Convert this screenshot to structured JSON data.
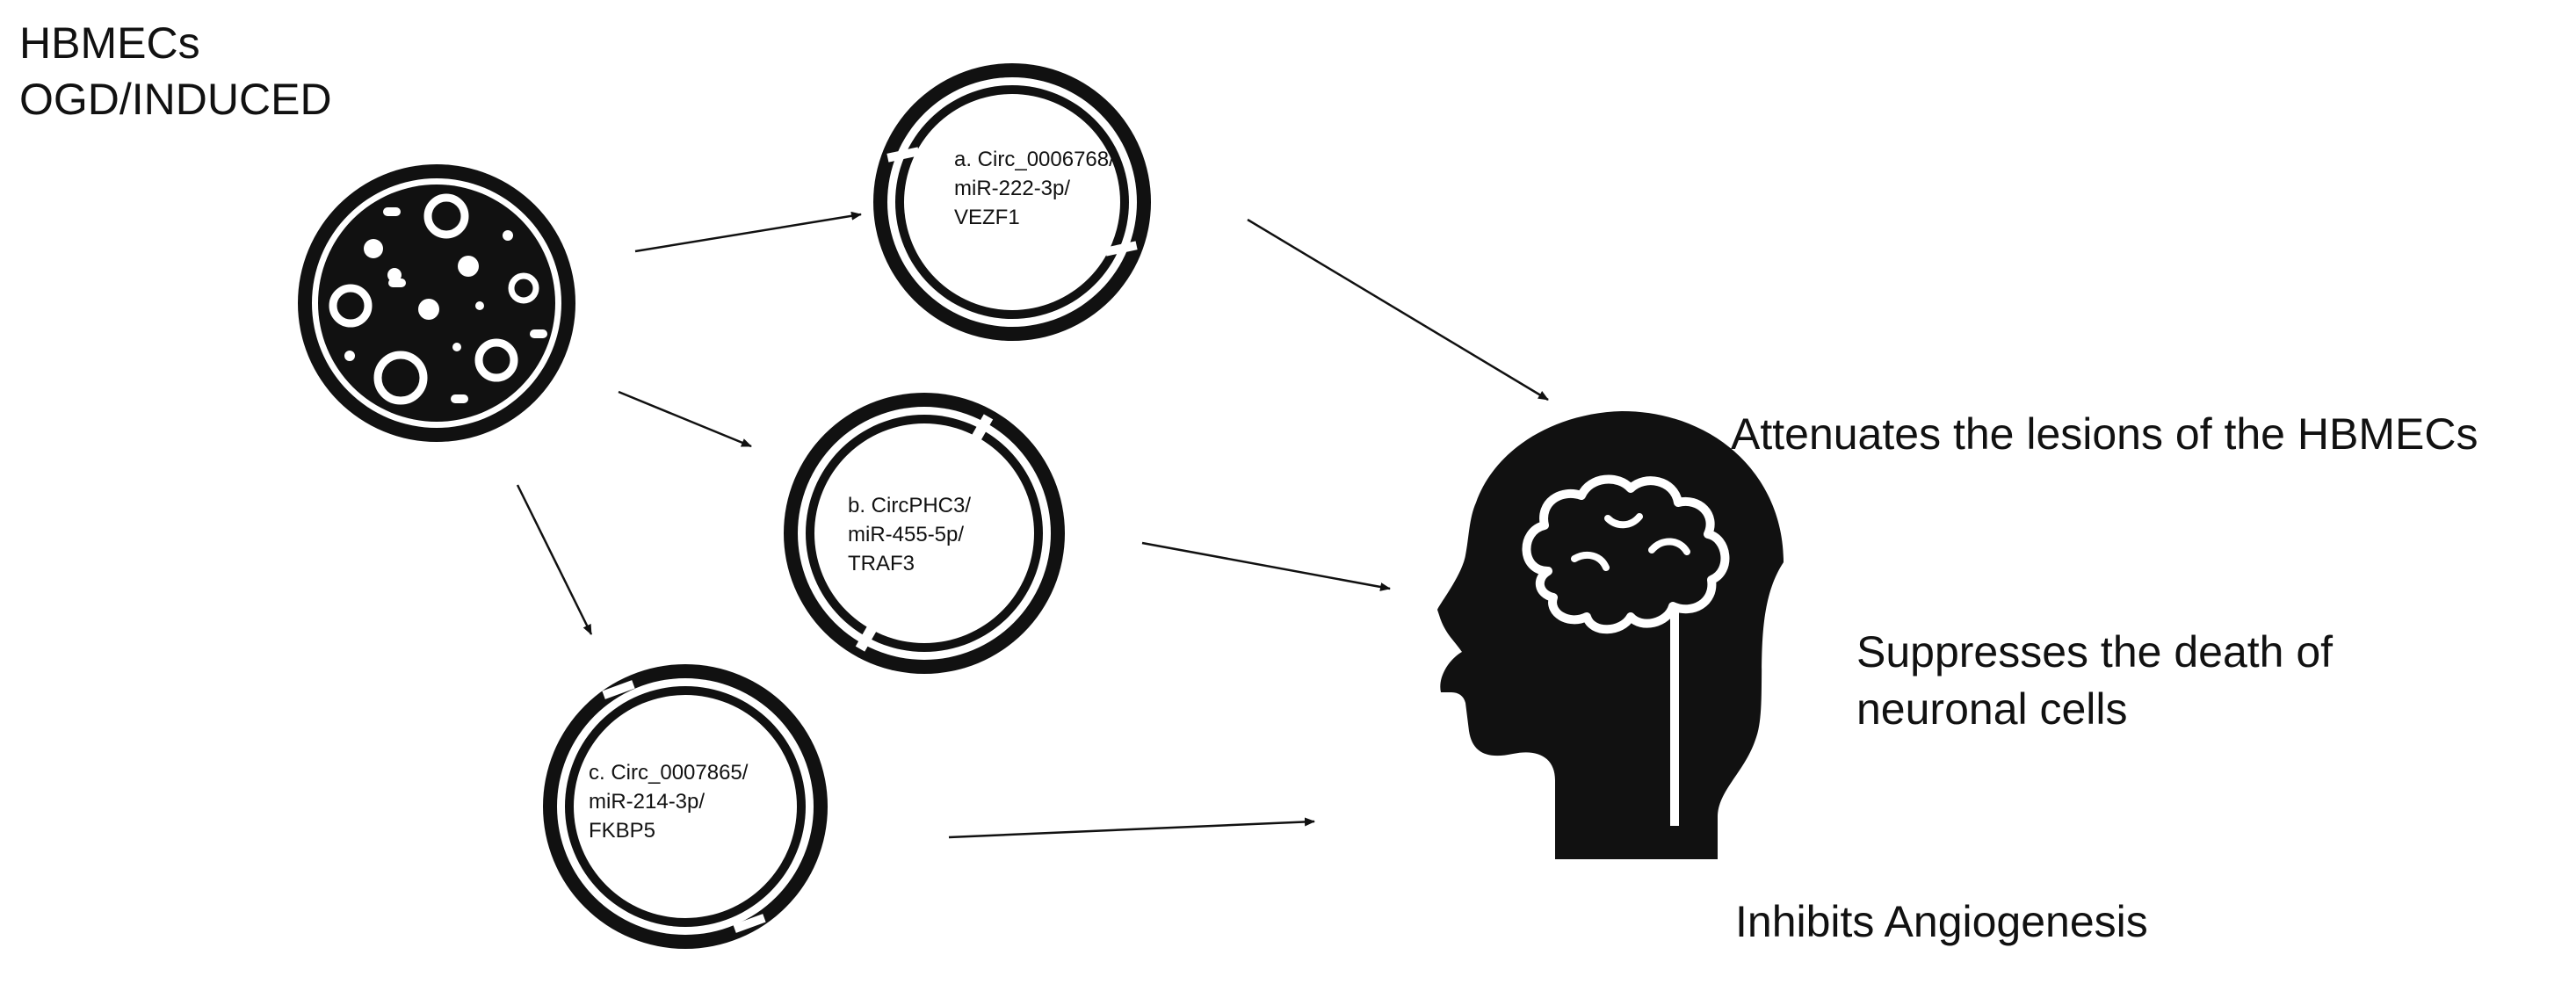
{
  "title": {
    "line1": "HBMECs",
    "line2": "OGD/INDUCED"
  },
  "nodes": [
    {
      "label_line1": "a. Circ_0006768/",
      "label_line2": "miR-222-3p/",
      "label_line3": "VEZF1"
    },
    {
      "label_line1": "b. CircPHC3/",
      "label_line2": "miR-455-5p/",
      "label_line3": "TRAF3"
    },
    {
      "label_line1": "c. Circ_0007865/",
      "label_line2": "miR-214-3p/",
      "label_line3": "FKBP5"
    }
  ],
  "outcomes": {
    "outcome1": "Attenuates the lesions of the HBMECs",
    "outcome2_line1": "Suppresses the death of",
    "outcome2_line2": "neuronal cells",
    "outcome3": "Inhibits Angiogenesis"
  },
  "icons": {
    "cell_culture": "petri-dish-icon",
    "head": "brain-head-icon"
  },
  "colors": {
    "ink": "#111111",
    "background": "#ffffff"
  }
}
